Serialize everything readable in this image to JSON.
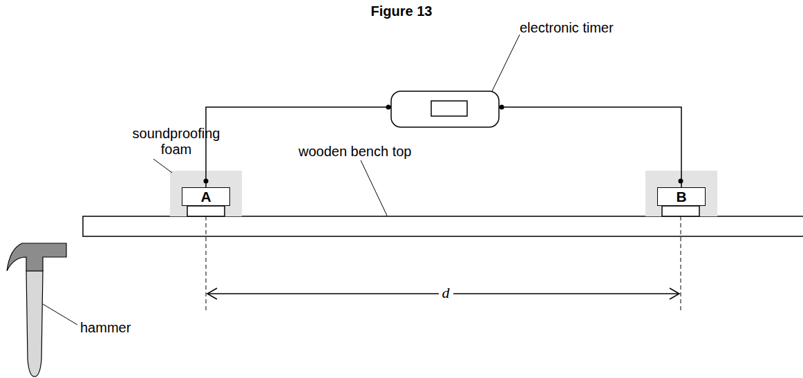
{
  "diagram": {
    "title": "Figure 13",
    "nodes": [
      {
        "text": [
          "A"
        ]
      },
      {
        "text": [
          "B"
        ]
      }
    ],
    "edges": [
      {
        "from": 0,
        "to": 1,
        "arrow": "none"
      }
    ],
    "labels": [
      "electronic timer",
      "soundproofing foam",
      "wooden bench top",
      "d",
      "hammer"
    ]
  }
}
